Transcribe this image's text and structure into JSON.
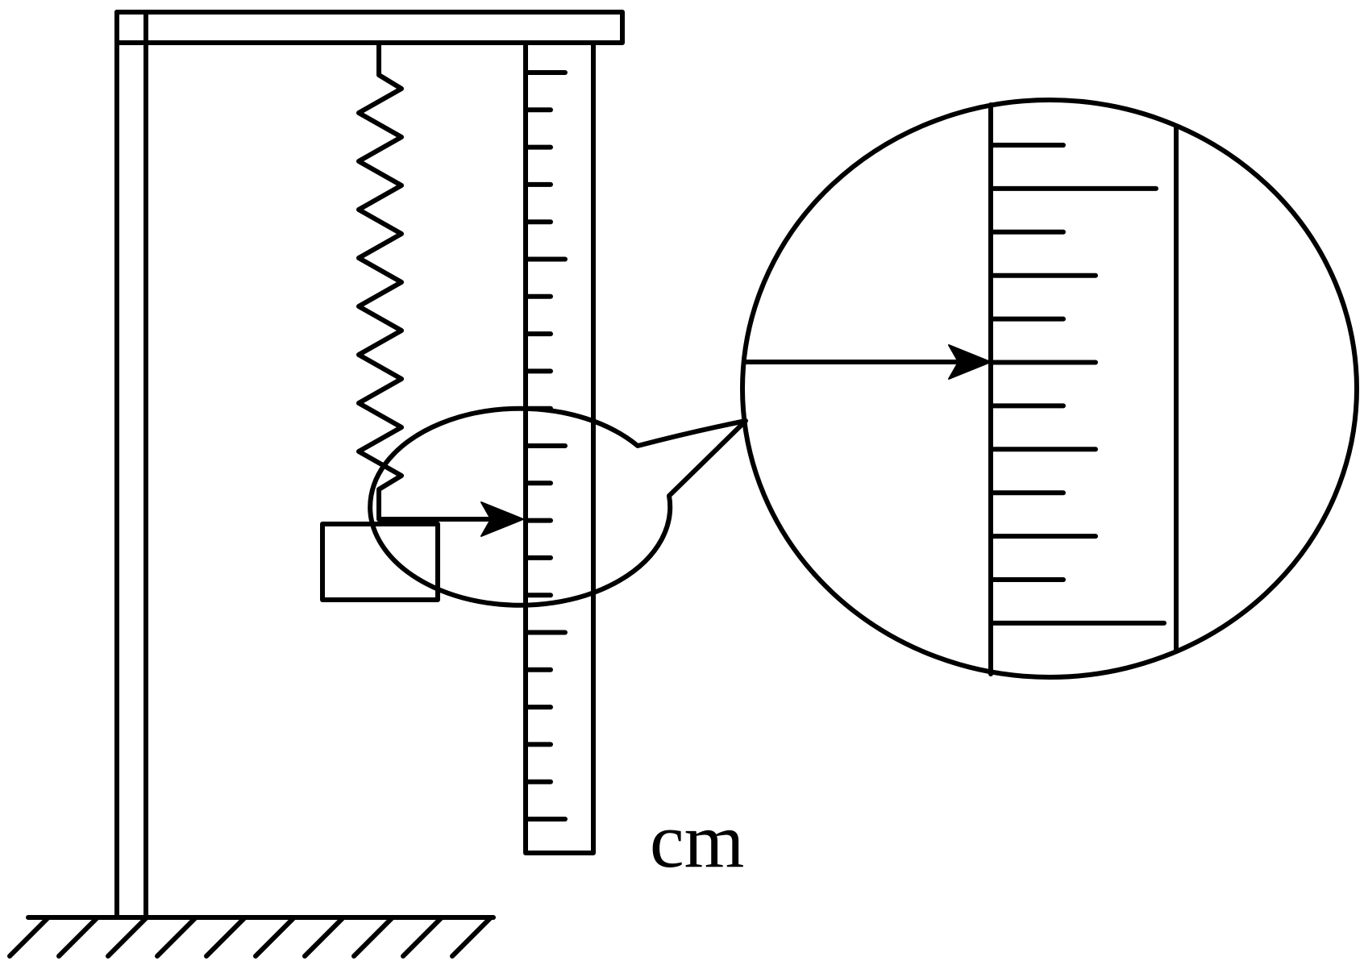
{
  "diagram": {
    "unit_label": "cm",
    "ink_color": "#000000",
    "background_color": "#ffffff",
    "components": [
      "iron-stand",
      "spring",
      "weight-block",
      "pointer-arrow",
      "ruler",
      "magnifier-callout",
      "ground-hatching"
    ],
    "ruler": {
      "minor_tick_count": 21,
      "major_tick_every": 5
    },
    "magnified_view": {
      "tick_count": 12,
      "pointer_at_tick": 6
    }
  }
}
